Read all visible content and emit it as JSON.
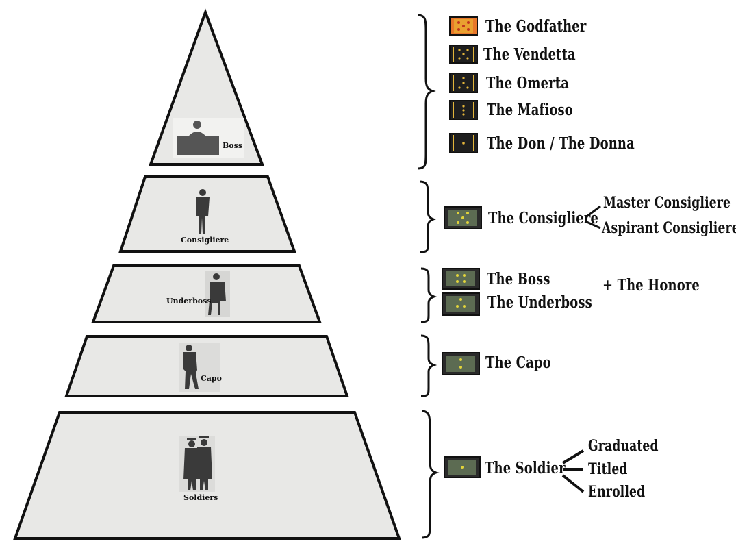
{
  "pyramid": {
    "tiers": [
      {
        "id": "boss",
        "label": "Boss"
      },
      {
        "id": "consigliere",
        "label": "Consigliere"
      },
      {
        "id": "underboss",
        "label": "Underboss"
      },
      {
        "id": "capo",
        "label": "Capo"
      },
      {
        "id": "soldiers",
        "label": "Soldiers"
      }
    ]
  },
  "ranks": {
    "boss_group": [
      "The Godfather",
      "The Vendetta",
      "The Omerta",
      "The Mafioso",
      "The Don / The Donna"
    ],
    "consigliere_group": {
      "main": "The Consigliere",
      "subs": [
        "Master Consigliere",
        "Aspirant Consigliere"
      ]
    },
    "underboss_group": {
      "items": [
        "The Boss",
        "The Underboss"
      ],
      "extra": "+ The Honore"
    },
    "capo_group": {
      "main": "The Capo"
    },
    "soldier_group": {
      "main": "The Soldier",
      "subs": [
        "Graduated",
        "Titled",
        "Enrolled"
      ]
    }
  },
  "colors": {
    "tier_fill": "#e8e8e6",
    "outline": "#111111",
    "badge_gold": "#e2b43a",
    "badge_dark": "#1e1e1e",
    "badge_green": "#5c6b52",
    "godfather_badge": "#e8772a"
  }
}
